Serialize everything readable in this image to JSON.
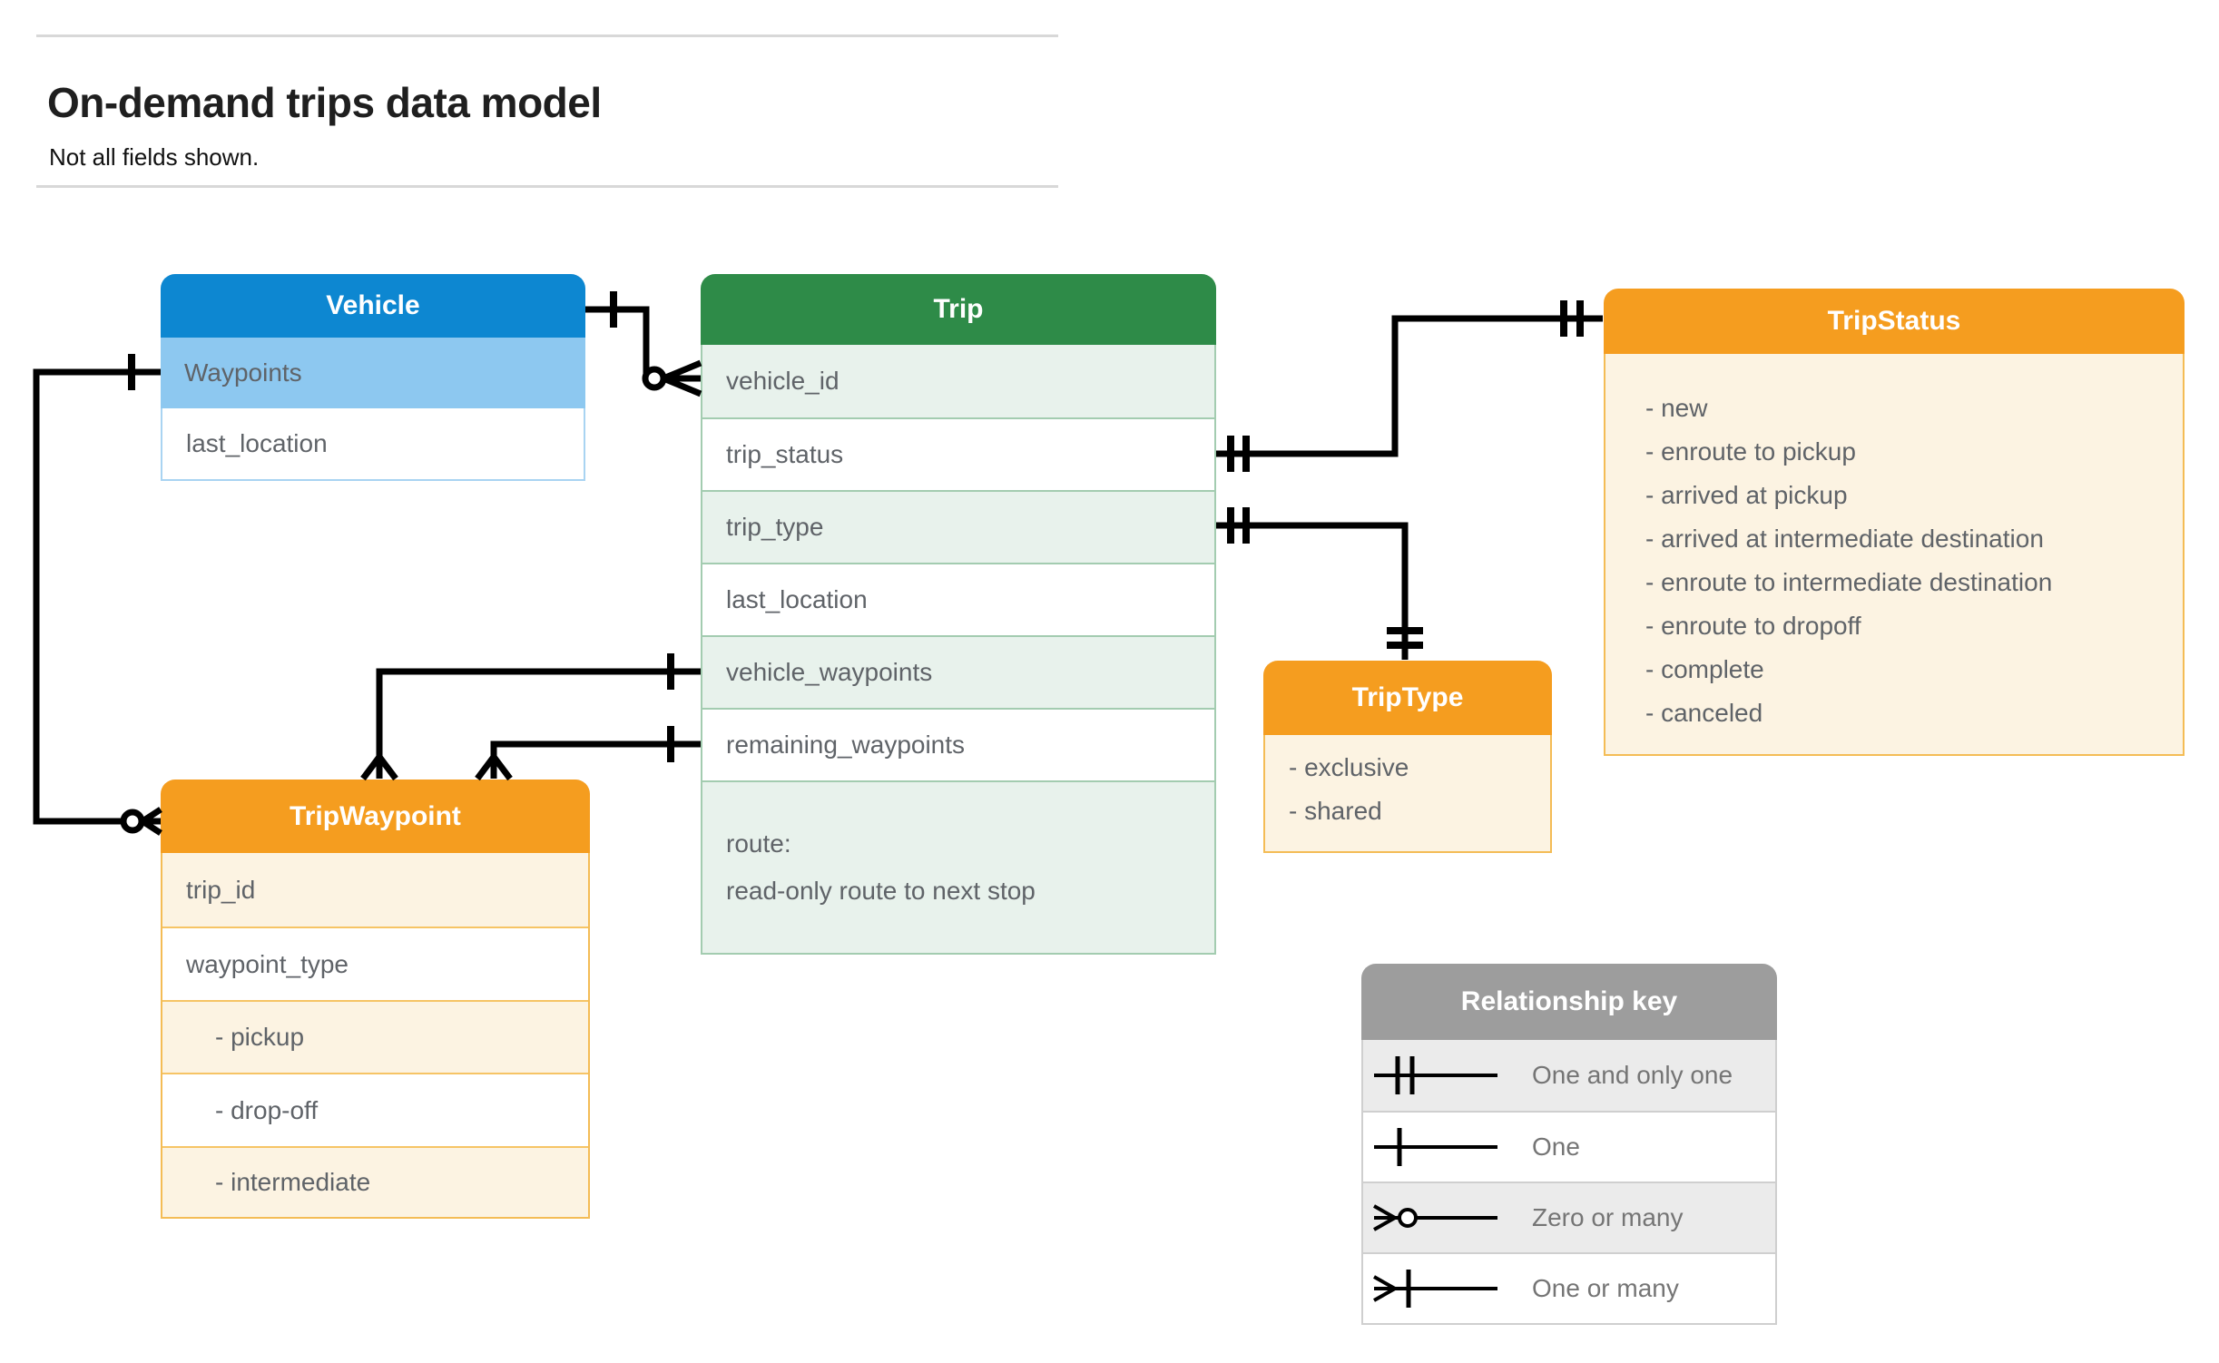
{
  "page": {
    "title": "On-demand trips data model",
    "subtitle": "Not all fields shown."
  },
  "tables": {
    "vehicle": {
      "title": "Vehicle",
      "rows": [
        "Waypoints",
        "last_location"
      ]
    },
    "trip": {
      "title": "Trip",
      "rows": [
        "vehicle_id",
        "trip_status",
        "trip_type",
        "last_location",
        "vehicle_waypoints",
        "remaining_waypoints"
      ],
      "route": [
        "route:",
        "read-only route to next stop"
      ]
    },
    "tripStatus": {
      "title": "TripStatus",
      "items": [
        "- new",
        "- enroute to pickup",
        "- arrived at pickup",
        "- arrived at intermediate destination",
        "- enroute to intermediate destination",
        "- enroute to dropoff",
        "- complete",
        "- canceled"
      ]
    },
    "tripType": {
      "title": "TripType",
      "items": [
        "- exclusive",
        "- shared"
      ]
    },
    "tripWaypoint": {
      "title": "TripWaypoint",
      "rows": [
        "trip_id",
        "waypoint_type",
        "- pickup",
        "- drop-off",
        "- intermediate"
      ]
    }
  },
  "legend": {
    "title": "Relationship key",
    "entries": [
      {
        "symbol": "one-and-only-one",
        "label": "One and only one"
      },
      {
        "symbol": "one",
        "label": "One"
      },
      {
        "symbol": "zero-or-many",
        "label": "Zero or many"
      },
      {
        "symbol": "one-or-many",
        "label": "One or many"
      }
    ]
  },
  "colors": {
    "vehicle_header": "#0d87d1",
    "vehicle_highlight_row": "#8dc8f0",
    "trip_header": "#2e8b48",
    "trip_alt_row": "#e8f2ec",
    "enum_header": "#f59d1f",
    "enum_body": "#fcf3e2",
    "key_header": "#9d9d9d",
    "key_alt_row": "#ebebeb",
    "connector": "#000000",
    "body_text": "#5f6368"
  }
}
